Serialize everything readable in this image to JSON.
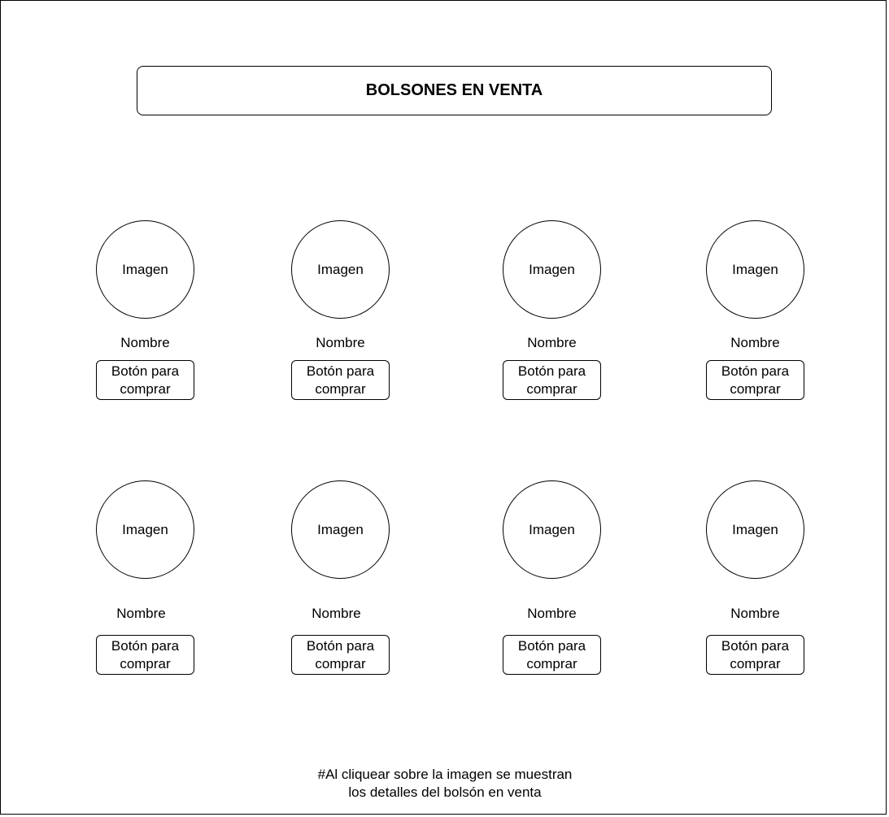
{
  "page": {
    "title": "BOLSONES EN VENTA",
    "note_line1": "#Al cliquear sobre la imagen se muestran",
    "note_line2": "los detalles del bolsón en venta"
  },
  "products": [
    {
      "image_label": "Imagen",
      "name": "Nombre",
      "button_label": "Botón para comprar"
    },
    {
      "image_label": "Imagen",
      "name": "Nombre",
      "button_label": "Botón para comprar"
    },
    {
      "image_label": "Imagen",
      "name": "Nombre",
      "button_label": "Botón para comprar"
    },
    {
      "image_label": "Imagen",
      "name": "Nombre",
      "button_label": "Botón para comprar"
    },
    {
      "image_label": "Imagen",
      "name": "Nombre",
      "button_label": "Botón para comprar"
    },
    {
      "image_label": "Imagen",
      "name": "Nombre",
      "button_label": "Botón para comprar"
    },
    {
      "image_label": "Imagen",
      "name": "Nombre",
      "button_label": "Botón para comprar"
    },
    {
      "image_label": "Imagen",
      "name": "Nombre",
      "button_label": "Botón para comprar"
    }
  ]
}
